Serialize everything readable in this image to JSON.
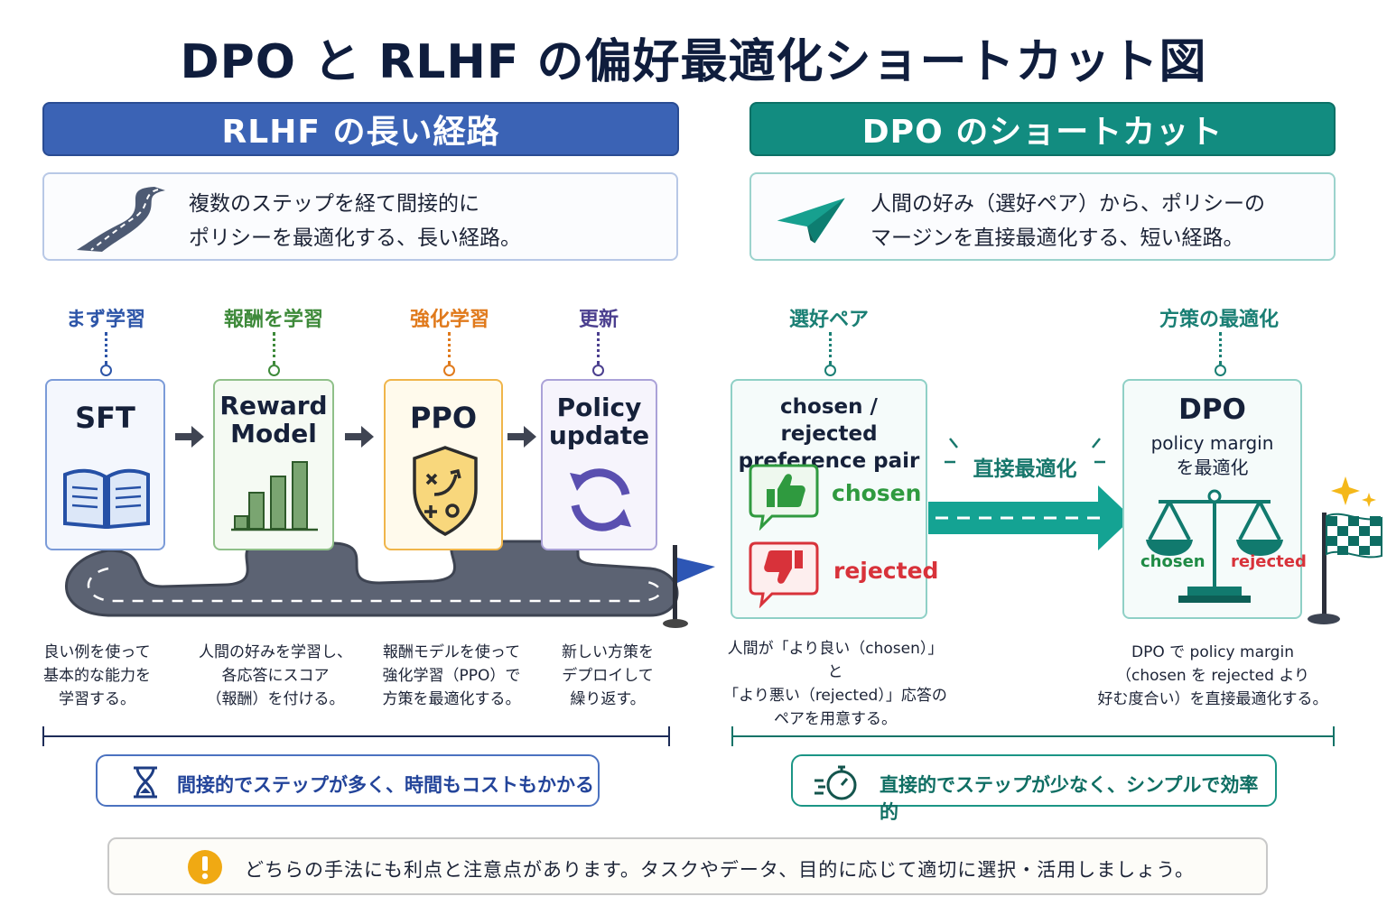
{
  "title": "DPO と RLHF の偏好最適化ショートカット図",
  "rlhf": {
    "banner": "RLHF の長い経路",
    "desc_line1": "複数のステップを経て間接的に",
    "desc_line2": "ポリシーを最適化する、長い経路。",
    "steps": [
      {
        "label": "まず学習",
        "title": "SFT",
        "caption": [
          "良い例を使って",
          "基本的な能力を",
          "学習する。"
        ],
        "color": "#2d55a8"
      },
      {
        "label": "報酬を学習",
        "title_line1": "Reward",
        "title_line2": "Model",
        "caption": [
          "人間の好みを学習し、",
          "各応答にスコア",
          "（報酬）を付ける。"
        ],
        "color": "#3e8a3a"
      },
      {
        "label": "強化学習",
        "title": "PPO",
        "caption": [
          "報酬モデルを使って",
          "強化学習（PPO）で",
          "方策を最適化する。"
        ],
        "color": "#e07a1c"
      },
      {
        "label": "更新",
        "title_line1": "Policy",
        "title_line2": "update",
        "caption": [
          "新しい方策を",
          "デプロイして",
          "繰り返す。"
        ],
        "color": "#4b3f8f"
      }
    ],
    "pill": "間接的でステップが多く、時間もコストもかかる"
  },
  "dpo": {
    "banner": "DPO のショートカット",
    "desc_line1": "人間の好み（選好ペア）から、ポリシーの",
    "desc_line2": "マージンを直接最適化する、短い経路。",
    "pair": {
      "label": "選好ペア",
      "title_line1": "chosen / rejected",
      "title_line2": "preference pair",
      "chosen": "chosen",
      "rejected": "rejected",
      "caption": [
        "人間が「より良い（chosen）」と",
        "「より悪い（rejected）」応答の",
        "ペアを用意する。"
      ]
    },
    "shortcut_label": "直接最適化",
    "opt": {
      "label": "方策の最適化",
      "title": "DPO",
      "sub_line1": "policy margin",
      "sub_line2": "を最適化",
      "left": "chosen",
      "right": "rejected",
      "caption": [
        "DPO で policy margin",
        "（chosen を rejected より",
        "好む度合い）を直接最適化する。"
      ]
    },
    "pill": "直接的でステップが少なく、シンプルで効率的"
  },
  "note": "どちらの手法にも利点と注意点があります。タスクやデータ、目的に応じて適切に選択・活用しましょう。",
  "colors": {
    "blue": "#3b63b5",
    "teal": "#128c80",
    "green": "#2f9a3f",
    "red": "#d8323a",
    "warning": "#f0a913"
  }
}
